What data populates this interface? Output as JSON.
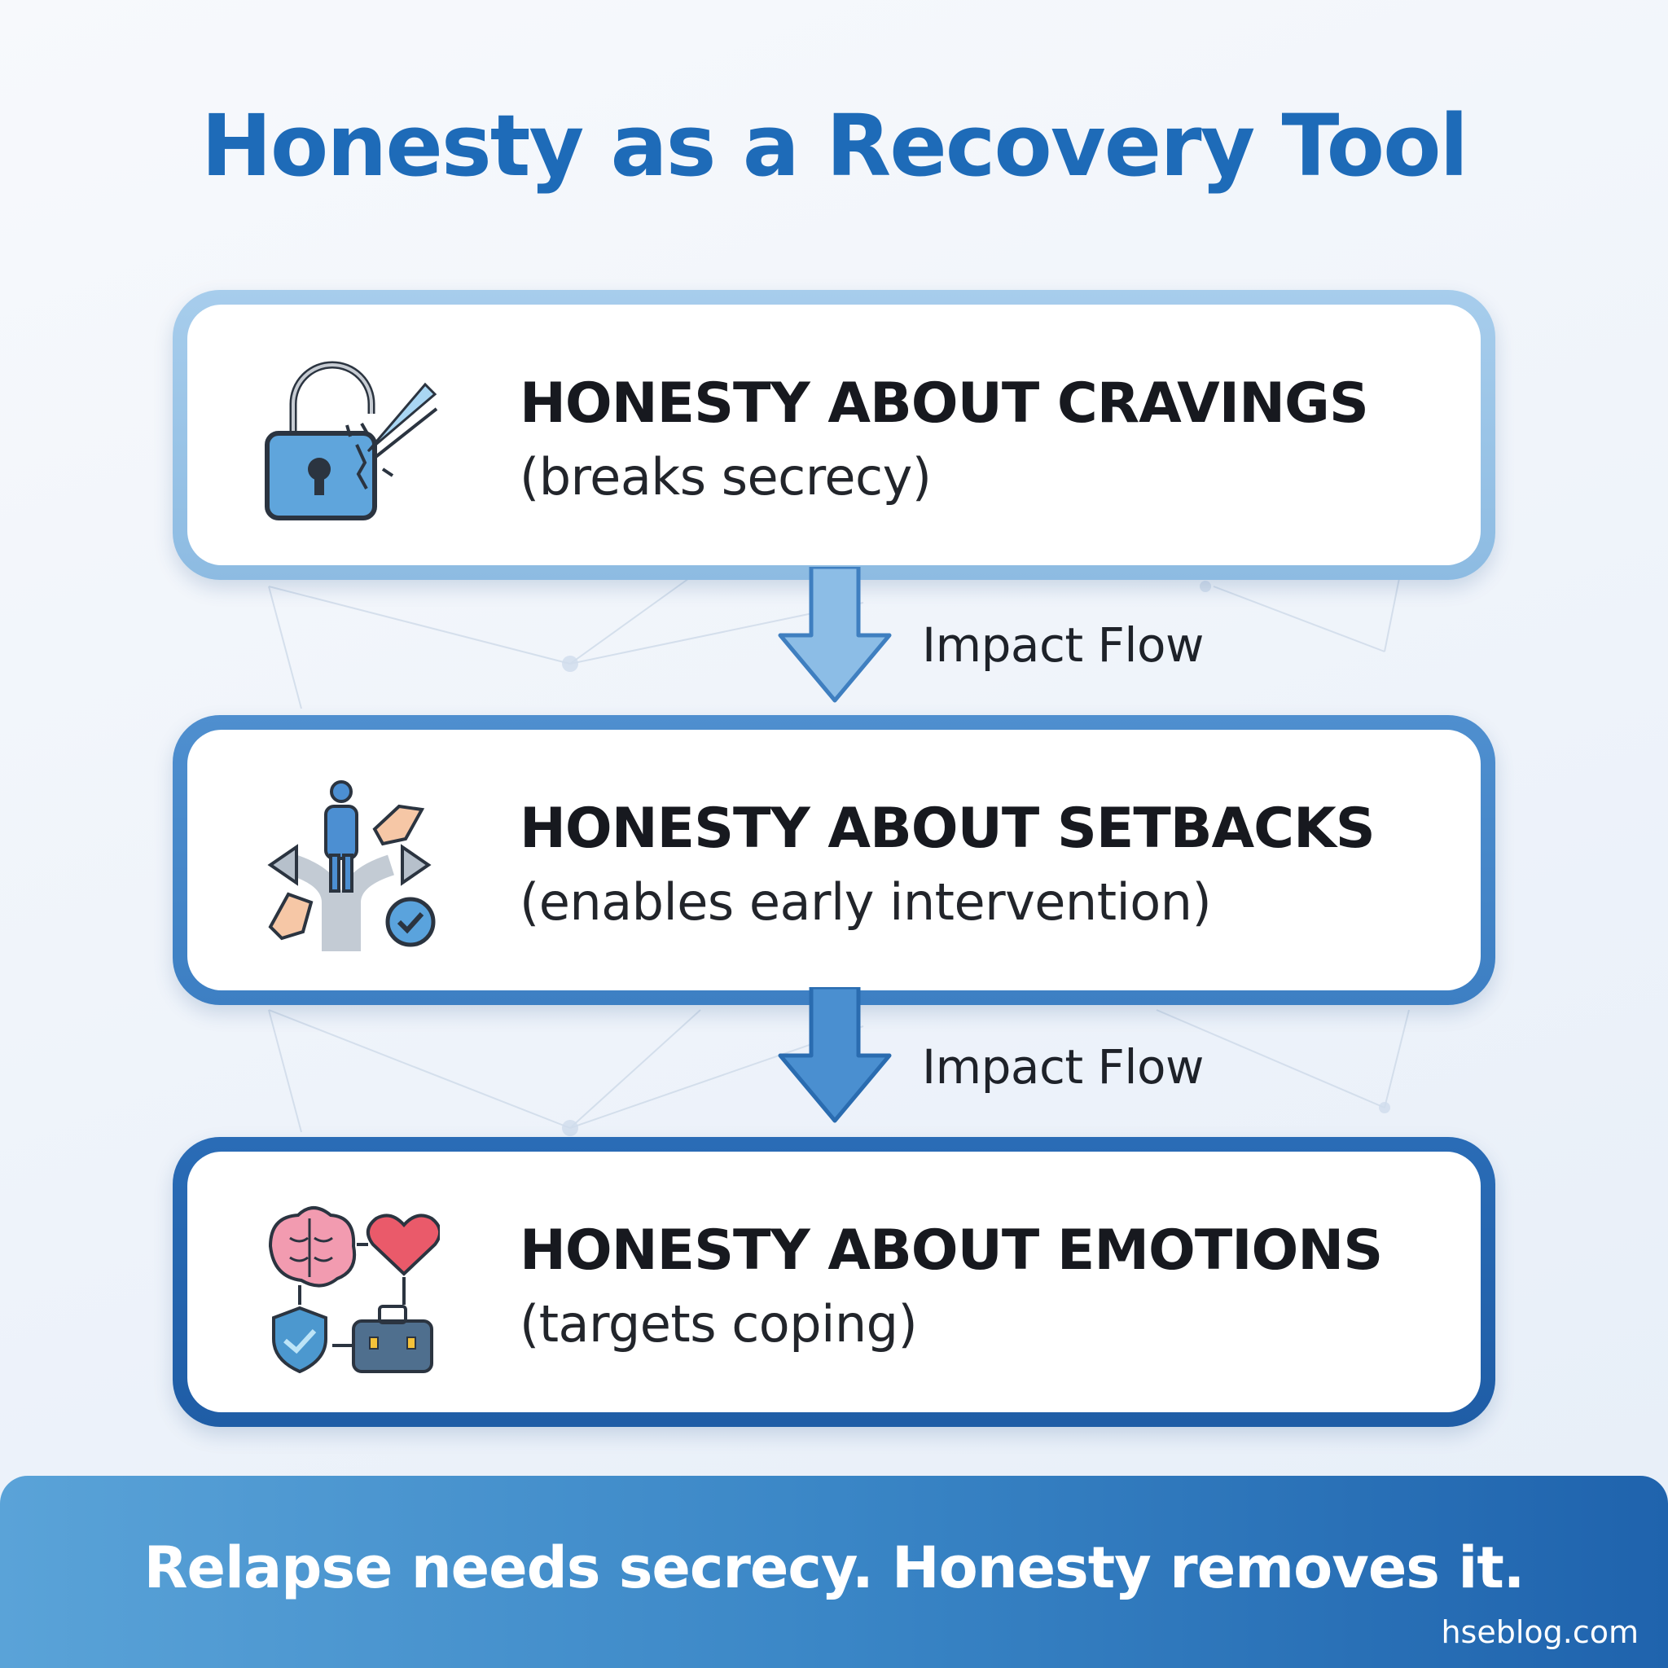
{
  "title": "Honesty as a Recovery Tool",
  "cards": [
    {
      "heading": "HONESTY ABOUT CRAVINGS",
      "sub": "(breaks secrecy)",
      "icon": "broken-padlock-icon"
    },
    {
      "heading": "HONESTY ABOUT SETBACKS",
      "sub": "(enables early intervention)",
      "icon": "crossroads-support-icon"
    },
    {
      "heading": "HONESTY ABOUT EMOTIONS",
      "sub": "(targets coping)",
      "icon": "brain-heart-coping-icon"
    }
  ],
  "flow": [
    {
      "label": "Impact Flow"
    },
    {
      "label": "Impact Flow"
    }
  ],
  "banner": {
    "text": "Relapse needs secrecy. Honesty removes it."
  },
  "watermark": "hseblog.com",
  "colors": {
    "title": "#1e6bb8",
    "card_border_1": "#9cc5e8",
    "card_border_2": "#4586c8",
    "card_border_3": "#2363ab",
    "arrow": "#4a8fd0",
    "banner_start": "#5aa3d8",
    "banner_end": "#1f63ad"
  }
}
